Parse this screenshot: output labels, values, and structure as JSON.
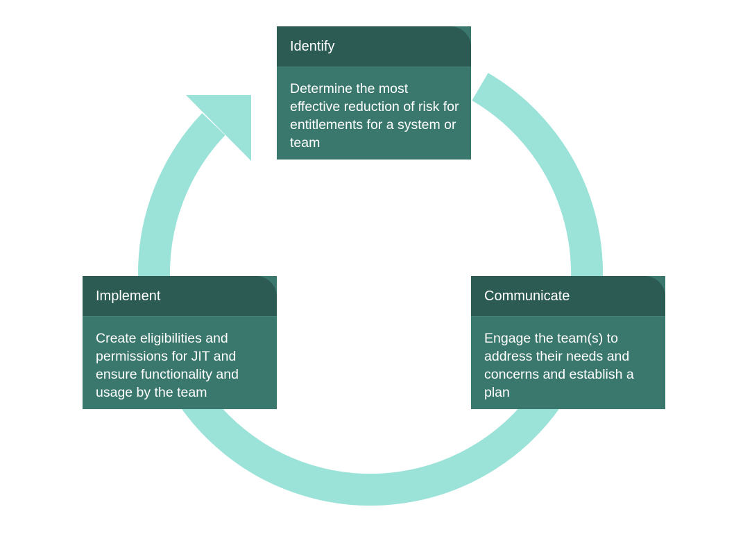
{
  "colors": {
    "ring": "#9be3d9",
    "card_header": "#2c5b54",
    "card_body": "#3a776d",
    "text": "#ffffff",
    "background": "#ffffff"
  },
  "steps": [
    {
      "title": "Identify",
      "description": "Determine the most effective reduction of risk for entitlements for a system or team"
    },
    {
      "title": "Communicate",
      "description": "Engage the team(s) to address their needs and concerns and establish a plan"
    },
    {
      "title": "Implement",
      "description": "Create eligibilities and permissions for JIT and ensure functionality and usage by the team"
    }
  ]
}
